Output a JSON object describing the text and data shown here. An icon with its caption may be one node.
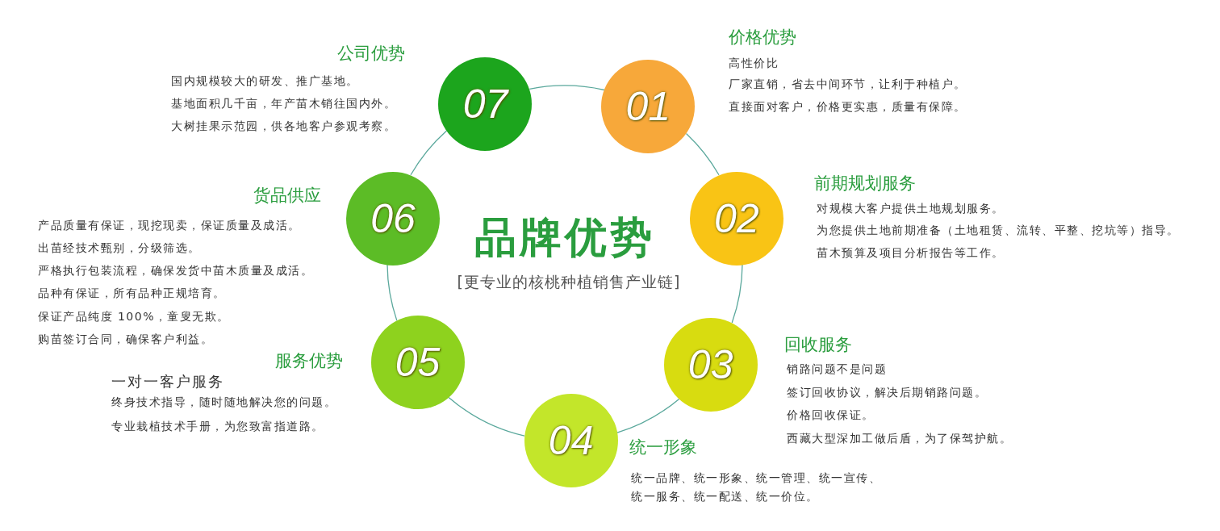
{
  "diagram": {
    "title": "品牌优势",
    "nodes": [
      {
        "text": [
          "01"
        ],
        "beside": [
          "价格优势",
          "高性价比",
          "厂家直销，省去中间环节，让利于种植户。",
          "直接面对客户，价格更实惠，质量有保障。"
        ]
      },
      {
        "text": [
          "02"
        ],
        "beside": [
          "前期规划服务",
          "对规模大客户提供土地规划服务。",
          "为您提供土地前期准备（土地租赁、流转、平整、挖坑等）指导。",
          "苗木预算及项目分析报告等工作。"
        ]
      },
      {
        "text": [
          "03"
        ],
        "beside": [
          "回收服务",
          "销路问题不是问题",
          "签订回收协议，解决后期销路问题。",
          "价格回收保证。",
          "西藏大型深加工做后盾，为了保驾护航。"
        ]
      },
      {
        "text": [
          "04"
        ],
        "beside": [
          "统一形象",
          "统一品牌、统一形象、统一管理、统一宣传、统一服务、统一配送、统一价位。"
        ]
      },
      {
        "text": [
          "05"
        ],
        "beside": [
          "服务优势",
          "一对一客户服务",
          "终身技术指导，随时随地解决您的问题。",
          "专业栽植技术手册，为您致富指道路。"
        ]
      },
      {
        "text": [
          "06"
        ],
        "beside": [
          "货品供应",
          "产品质量有保证，现挖现卖，保证质量及成活。",
          "出苗经技术甄别，分级筛选。",
          "严格执行包装流程，确保发货中苗木质量及成活。",
          "品种有保证，所有品种正规培育。",
          "保证产品纯度 100%，童叟无欺。",
          "购苗签订合同，确保客户利益。"
        ]
      },
      {
        "text": [
          "07"
        ],
        "beside": [
          "公司优势",
          "国内规模较大的研发、推广基地。",
          "基地面积几千亩，年产苗木销往国内外。",
          "大树挂果示范园，供各地客户参观考察。"
        ]
      }
    ],
    "edges": [
      {
        "from": 0,
        "to": 1,
        "arrow": "none"
      },
      {
        "from": 1,
        "to": 2,
        "arrow": "none"
      },
      {
        "from": 2,
        "to": 3,
        "arrow": "none"
      },
      {
        "from": 3,
        "to": 4,
        "arrow": "none"
      },
      {
        "from": 4,
        "to": 5,
        "arrow": "none"
      },
      {
        "from": 5,
        "to": 6,
        "arrow": "none"
      },
      {
        "from": 6,
        "to": 0,
        "arrow": "none"
      }
    ],
    "labels": [
      "[更专业的核桃种植销售产业链]"
    ]
  }
}
